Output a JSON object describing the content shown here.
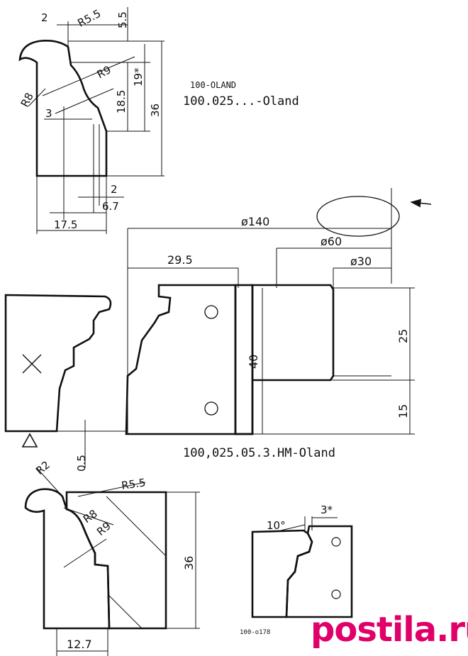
{
  "labels": {
    "top_code_small": "100-OLAND",
    "top_code_large": "100.025...-Oland",
    "center_code": "100,025.05.3.HM-Oland",
    "bottom_code": "100-o178"
  },
  "dims_top_profile": {
    "d2_top": "2",
    "r5_5": "R5.5",
    "d5_5": "5.5",
    "r9": "R9",
    "d19": "19*",
    "d18_5": "18.5",
    "d36": "36",
    "r8": "R8",
    "d3": "3",
    "d2_bottom": "2",
    "d6_7": "6.7",
    "d17_5": "17.5"
  },
  "dims_cutter": {
    "d140": "ø140",
    "d60": "ø60",
    "d30": "ø30",
    "d29_5": "29.5",
    "d40": "40",
    "d25": "25",
    "d15": "15",
    "d0_5": "0.5"
  },
  "dims_bottom_profile": {
    "r2": "R2",
    "r5_5": "R5.5",
    "r8": "R8",
    "r9": "R9",
    "d36": "36",
    "d12_7": "12.7"
  },
  "dims_small_profile": {
    "angle": "10°",
    "d3": "3*"
  },
  "watermark": {
    "text": "postila.ru",
    "color": "#e0006a"
  }
}
